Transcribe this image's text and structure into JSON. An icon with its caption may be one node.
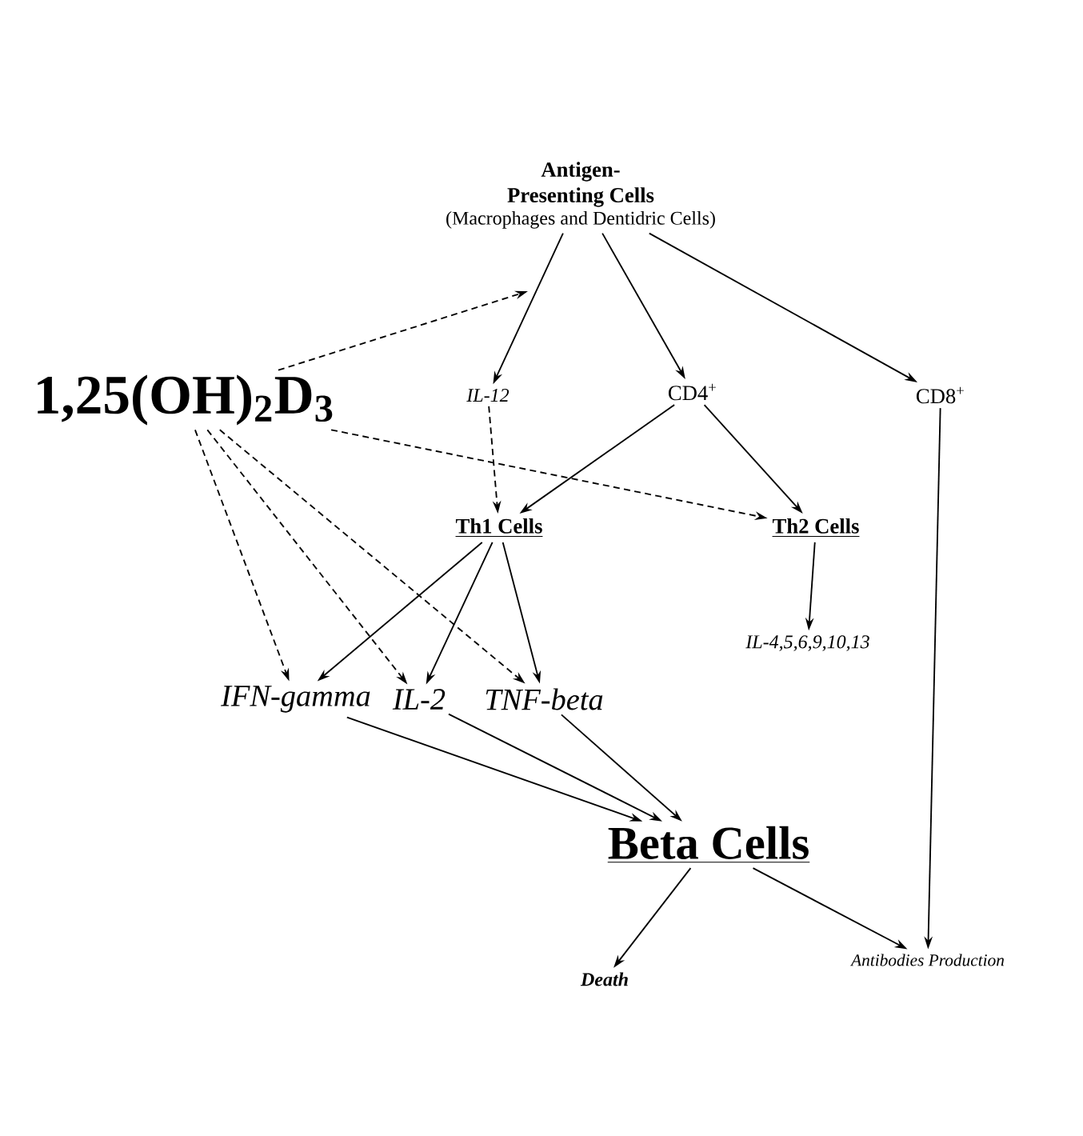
{
  "diagram": {
    "nodes": [
      {
        "text": [
          "Antigen- Presenting Cells",
          "(Macrophages and Dentidric Cells)"
        ]
      },
      {
        "text": [
          "1,25(OH)$_{2}$D$_{3}$"
        ]
      },
      {
        "text": [
          "IL-12"
        ]
      },
      {
        "text": [
          "CD4$^{+}$"
        ]
      },
      {
        "text": [
          "CD8$^{+}$"
        ]
      },
      {
        "text": [
          "Th1 Cells"
        ]
      },
      {
        "text": [
          "Th2 Cells"
        ]
      },
      {
        "text": [
          "IL-4,5,6,9,10,13"
        ]
      },
      {
        "text": [
          "IFN-gamma"
        ]
      },
      {
        "text": [
          "IL-2"
        ]
      },
      {
        "text": [
          "TNF-beta"
        ]
      },
      {
        "text": [
          "Beta Cells"
        ]
      },
      {
        "text": [
          "Death"
        ]
      },
      {
        "text": [
          "Antibodies Production"
        ]
      }
    ],
    "edges": [
      {
        "from": 0,
        "to": 2,
        "arrow": "to"
      },
      {
        "from": 0,
        "to": 3,
        "arrow": "to"
      },
      {
        "from": 0,
        "to": 4,
        "arrow": "to"
      },
      {
        "from": 1,
        "to": null,
        "arrow": "to",
        "style": "dashed"
      },
      {
        "from": 1,
        "to": 6,
        "arrow": "to",
        "style": "dashed"
      },
      {
        "from": 2,
        "to": 5,
        "arrow": "to",
        "style": "dashed"
      },
      {
        "from": 3,
        "to": 5,
        "arrow": "to"
      },
      {
        "from": 3,
        "to": 6,
        "arrow": "to"
      },
      {
        "from": 1,
        "to": 8,
        "arrow": "to",
        "style": "dashed"
      },
      {
        "from": 1,
        "to": 9,
        "arrow": "to",
        "style": "dashed"
      },
      {
        "from": 1,
        "to": 10,
        "arrow": "to",
        "style": "dashed"
      },
      {
        "from": 5,
        "to": 8,
        "arrow": "to"
      },
      {
        "from": 5,
        "to": 9,
        "arrow": "to"
      },
      {
        "from": 5,
        "to": 10,
        "arrow": "to"
      },
      {
        "from": 6,
        "to": 7,
        "arrow": "to"
      },
      {
        "from": 4,
        "to": 13,
        "arrow": "to"
      },
      {
        "from": 8,
        "to": 11,
        "arrow": "to"
      },
      {
        "from": 9,
        "to": 11,
        "arrow": "to"
      },
      {
        "from": 10,
        "to": 11,
        "arrow": "to"
      },
      {
        "from": 11,
        "to": 12,
        "arrow": "to"
      },
      {
        "from": 11,
        "to": 13,
        "arrow": "to"
      }
    ]
  }
}
